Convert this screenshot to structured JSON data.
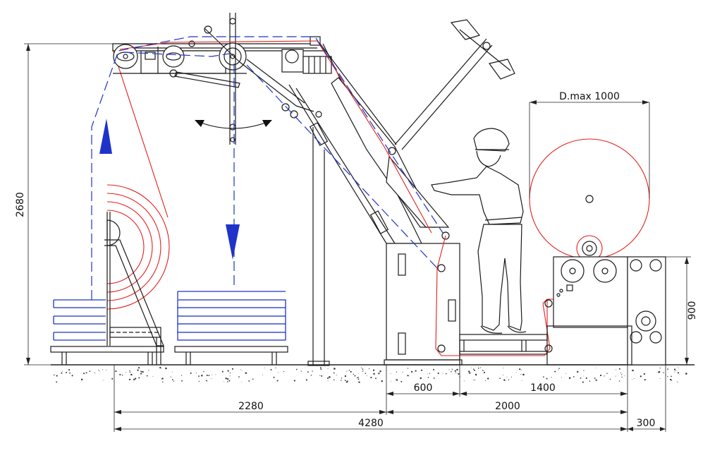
{
  "dimensions": {
    "height_total": "2680",
    "height_unwinder": "900",
    "roll_diameter": "D.max 1000",
    "d600": "600",
    "d1400": "1400",
    "d2280": "2280",
    "d2000": "2000",
    "d4280": "4280",
    "d300": "300"
  },
  "colors": {
    "structure": "#1a1a1a",
    "material_path": "#e0201c",
    "flow_path": "#1f33c9"
  }
}
